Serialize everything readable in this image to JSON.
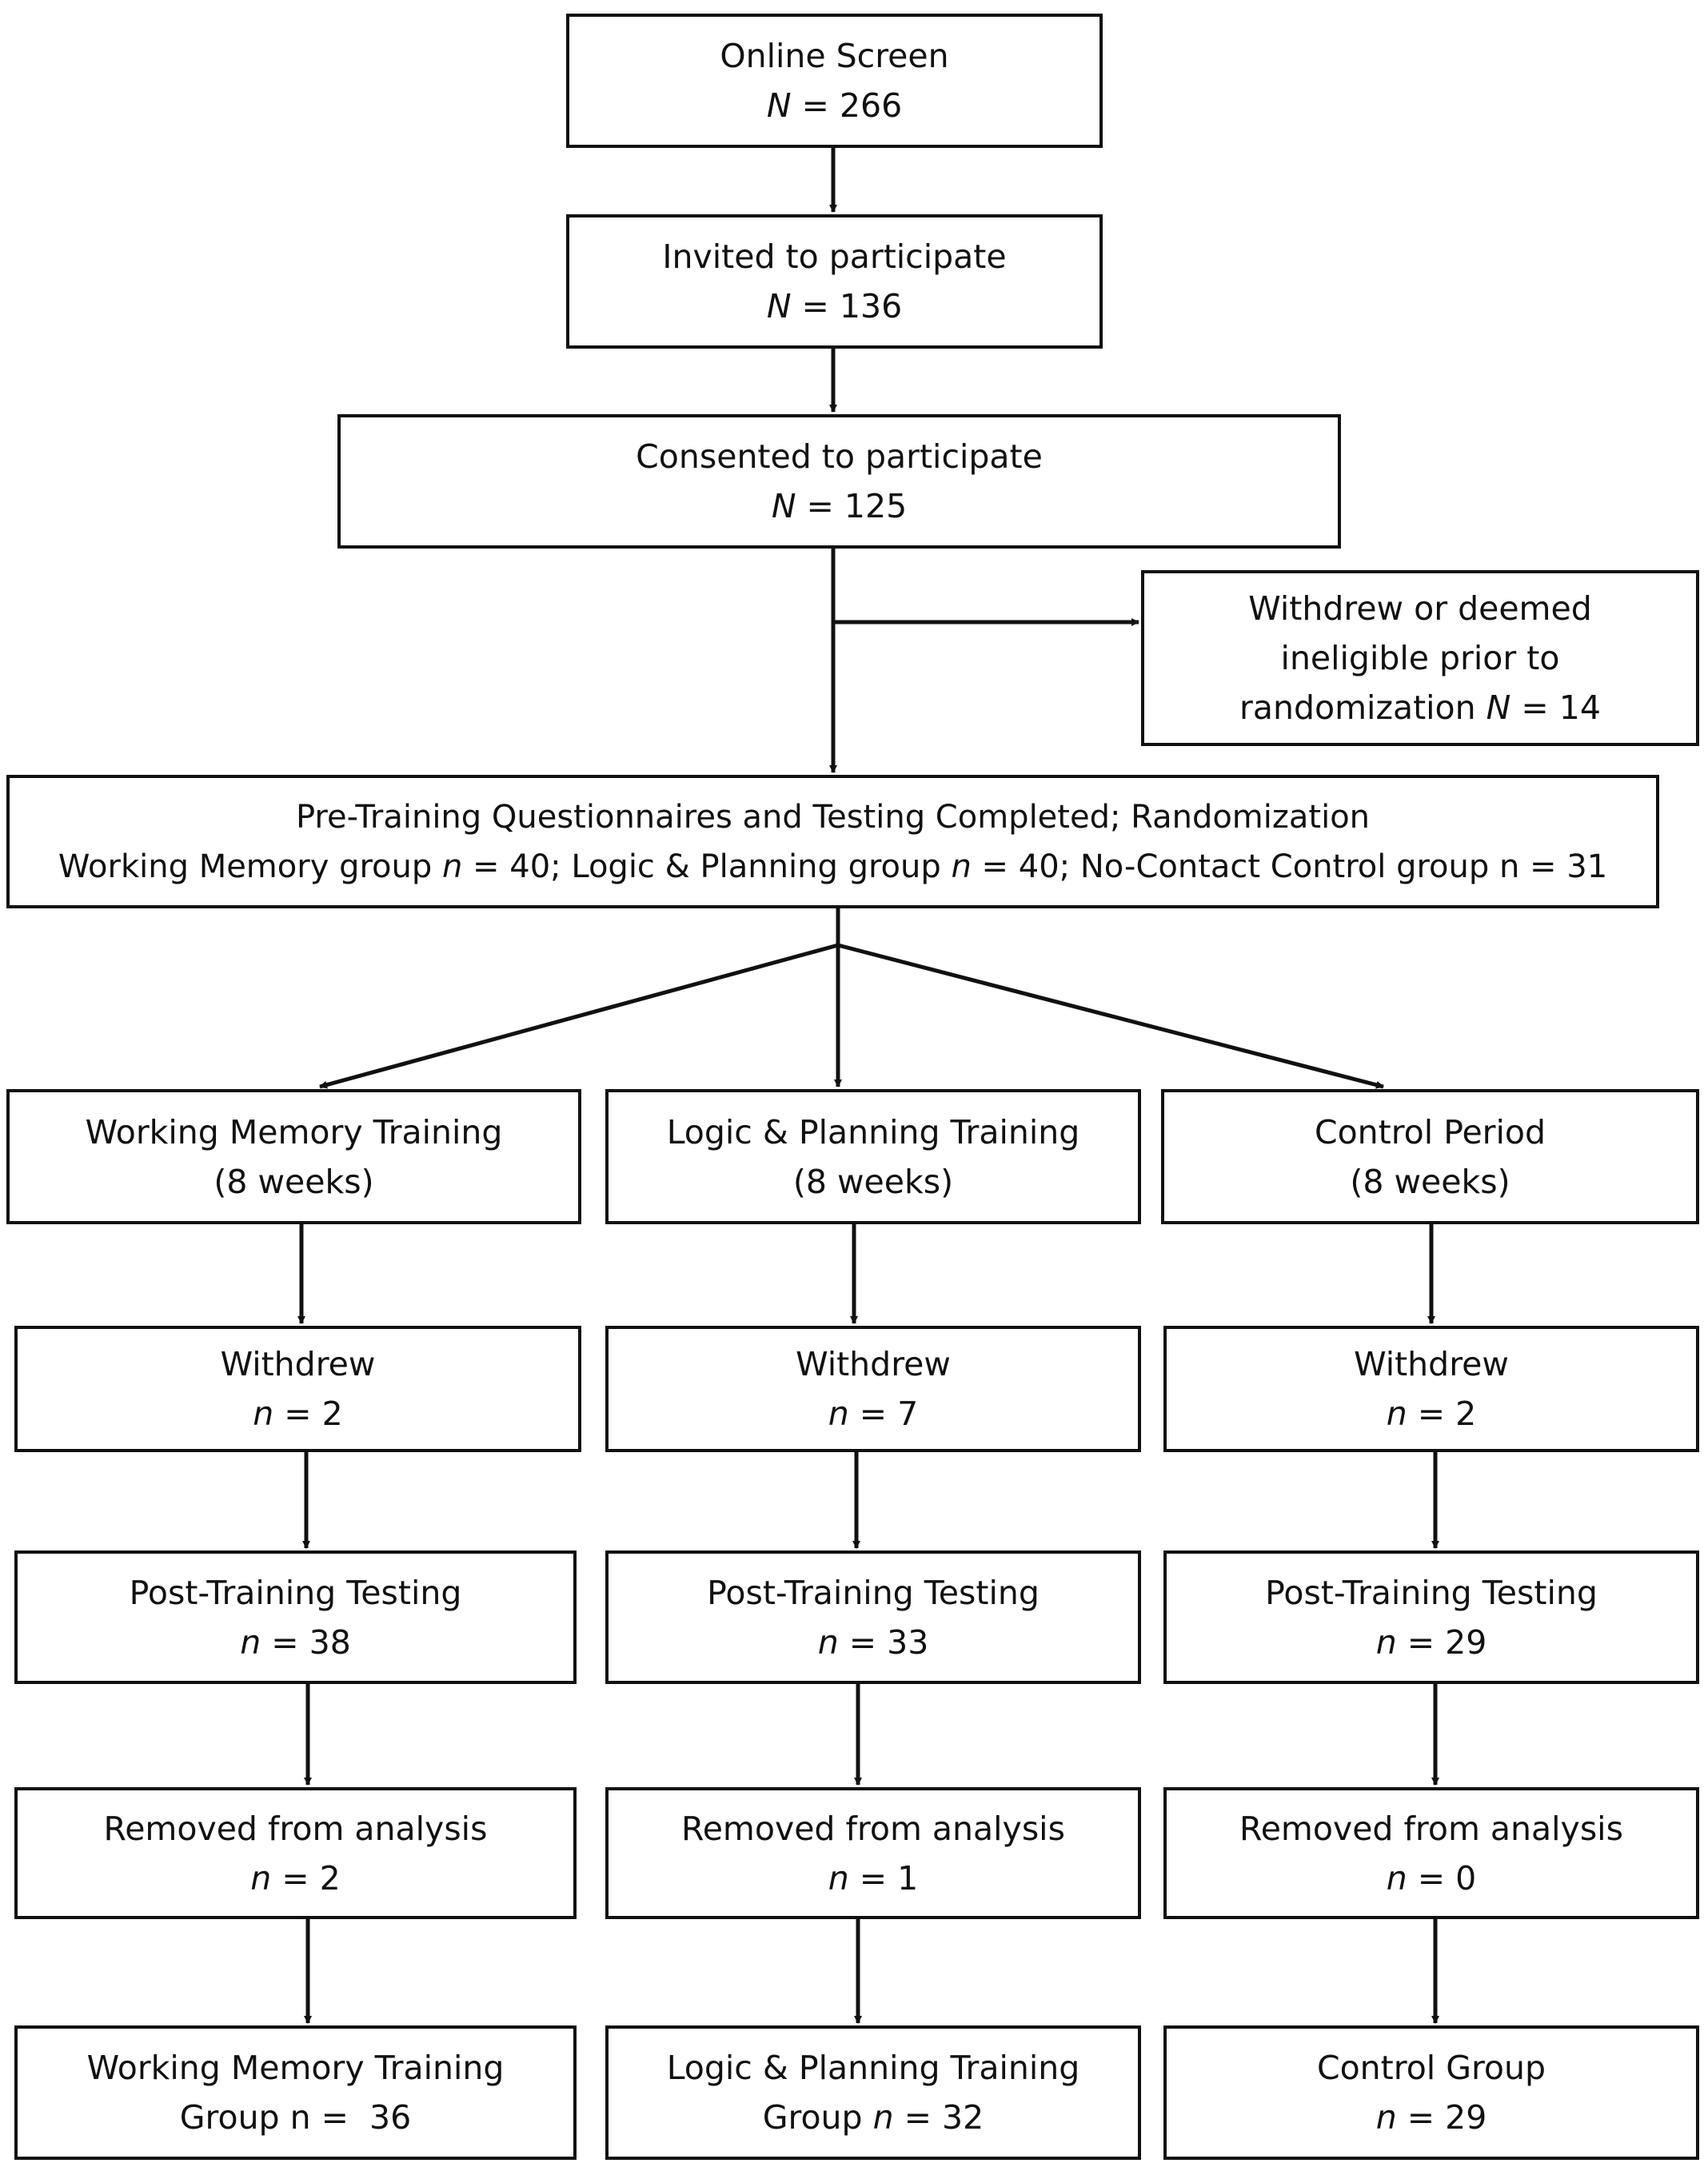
{
  "flowchart": {
    "screen": {
      "title": "Online Screen",
      "n_label": "N",
      "n_value": "= 266"
    },
    "invited": {
      "title": "Invited to participate",
      "n_label": "N",
      "n_value": "= 136"
    },
    "consented": {
      "title": "Consented to participate",
      "n_label": "N",
      "n_value": "= 125"
    },
    "withdrew_pre": {
      "line1": "Withdrew or deemed",
      "line2": "ineligible prior to",
      "line3": "randomization",
      "n_label": "N",
      "n_value": "= 14"
    },
    "randomization": {
      "title": "Pre-Training Questionnaires and Testing Completed; Randomization",
      "wm_text": "Working Memory group",
      "wm_n": "n",
      "wm_value": "= 40;",
      "lp_text": "Logic & Planning group",
      "lp_n": "n",
      "lp_value": "= 40;",
      "ctrl_text": "No-Contact Control group n = 31"
    },
    "arms": [
      {
        "training": {
          "title": "Working Memory Training",
          "subtitle": "(8 weeks)"
        },
        "withdrew": {
          "title": "Withdrew",
          "n_label": "n",
          "n_value": "= 2"
        },
        "post": {
          "title": "Post-Training Testing",
          "n_label": "n",
          "n_value": "= 38"
        },
        "removed": {
          "title": "Removed from analysis",
          "n_label": "n",
          "n_value": "= 2"
        },
        "final": {
          "line1": "Working Memory Training",
          "line2": "Group n =  36"
        }
      },
      {
        "training": {
          "title": "Logic & Planning Training",
          "subtitle": "(8 weeks)"
        },
        "withdrew": {
          "title": "Withdrew",
          "n_label": "n",
          "n_value": "= 7"
        },
        "post": {
          "title": "Post-Training Testing",
          "n_label": "n",
          "n_value": "= 33"
        },
        "removed": {
          "title": "Removed from analysis",
          "n_label": "n",
          "n_value": "= 1"
        },
        "final": {
          "line1": "Logic & Planning Training",
          "line2_prefix": "Group",
          "n_label": "n",
          "n_value": "= 32"
        }
      },
      {
        "training": {
          "title": "Control Period",
          "subtitle": "(8 weeks)"
        },
        "withdrew": {
          "title": "Withdrew",
          "n_label": "n",
          "n_value": "= 2"
        },
        "post": {
          "title": "Post-Training Testing",
          "n_label": "n",
          "n_value": "= 29"
        },
        "removed": {
          "title": "Removed from analysis",
          "n_label": "n",
          "n_value": "= 0"
        },
        "final": {
          "line1": "Control Group",
          "n_label": "n",
          "n_value": "= 29"
        }
      }
    ]
  }
}
